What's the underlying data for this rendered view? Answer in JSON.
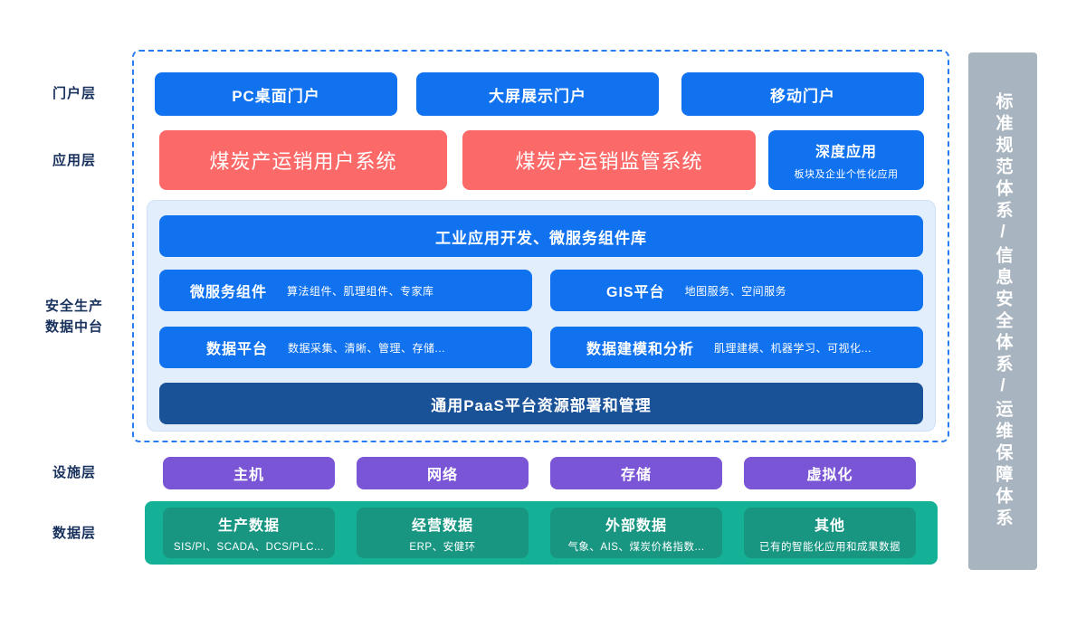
{
  "theme": {
    "blue": "#1072ef",
    "red": "#fb6a68",
    "navy": "#1a5298",
    "purple": "#7a56d6",
    "teal": "#189681",
    "teal_panel": "#14b196",
    "panel_light": "#e2eefc",
    "sidebar_gray": "#a8b4bf",
    "dashed_border": "#2a7df0",
    "label_text": "#17305c"
  },
  "row_labels": [
    {
      "id": "portal",
      "text": "门户层"
    },
    {
      "id": "application",
      "text": "应用层"
    },
    {
      "id": "data-midend",
      "line1": "安全生产",
      "line2": "数据中台"
    },
    {
      "id": "infrastructure",
      "text": "设施层"
    },
    {
      "id": "data",
      "text": "数据层"
    }
  ],
  "portal_layer": {
    "items": [
      {
        "title": "PC桌面门户"
      },
      {
        "title": "大屏展示门户"
      },
      {
        "title": "移动门户"
      }
    ]
  },
  "application_layer": {
    "items": [
      {
        "title": "煤炭产运销用户系统"
      },
      {
        "title": "煤炭产运销监管系统"
      }
    ],
    "deep_app": {
      "title": "深度应用",
      "sub": "板块及企业个性化应用"
    }
  },
  "midend_layer": {
    "top_bar": {
      "title": "工业应用开发、微服务组件库"
    },
    "cards": [
      {
        "title": "微服务组件",
        "sub": "算法组件、肌理组件、专家库"
      },
      {
        "title": "GIS平台",
        "sub": "地图服务、空间服务"
      },
      {
        "title": "数据平台",
        "sub": "数据采集、清晰、管理、存储..."
      },
      {
        "title": "数据建模和分析",
        "sub": "肌理建模、机器学习、可视化..."
      }
    ],
    "bottom_bar": {
      "title": "通用PaaS平台资源部署和管理"
    }
  },
  "infrastructure_layer": {
    "items": [
      {
        "title": "主机"
      },
      {
        "title": "网络"
      },
      {
        "title": "存储"
      },
      {
        "title": "虚拟化"
      }
    ]
  },
  "data_layer": {
    "items": [
      {
        "title": "生产数据",
        "sub": "SIS/PI、SCADA、DCS/PLC..."
      },
      {
        "title": "经营数据",
        "sub": "ERP、安健环"
      },
      {
        "title": "外部数据",
        "sub": "气象、AIS、煤炭价格指数..."
      },
      {
        "title": "其他",
        "sub": "已有的智能化应用和成果数据"
      }
    ]
  },
  "side_bar": {
    "text": "标准规范体系/信息安全体系/运维保障体系"
  }
}
